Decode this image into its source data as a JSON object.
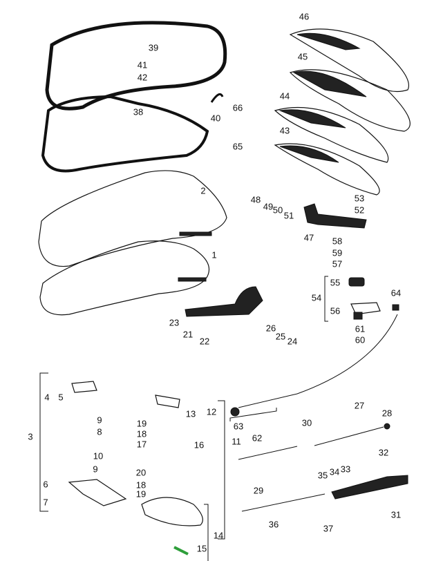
{
  "diagram": {
    "title": "Engine lid / trunk lid exploded parts view",
    "labels": {
      "n46": "46",
      "n39": "39",
      "n41": "41",
      "n42": "42",
      "n45": "45",
      "n44": "44",
      "n66": "66",
      "n38": "38",
      "n40": "40",
      "n43": "43",
      "n65": "65",
      "n2": "2",
      "n48": "48",
      "n49": "49",
      "n50": "50",
      "n51": "51",
      "n53": "53",
      "n52": "52",
      "n47": "47",
      "n58": "58",
      "n59": "59",
      "n57": "57",
      "n1": "1",
      "n55": "55",
      "n54": "54",
      "n56": "56",
      "n64": "64",
      "n23": "23",
      "n26": "26",
      "n25": "25",
      "n24": "24",
      "n21": "21",
      "n22": "22",
      "n61": "61",
      "n60": "60",
      "n4": "4",
      "n5": "5",
      "n9a": "9",
      "n8": "8",
      "n3": "3",
      "n10": "10",
      "n9b": "9",
      "n6": "6",
      "n7": "7",
      "n19a": "19",
      "n13": "13",
      "n12": "12",
      "n18a": "18",
      "n17": "17",
      "n16": "16",
      "n11": "11",
      "n20": "20",
      "n18b": "18",
      "n19b": "19",
      "n14": "14",
      "n15": "15",
      "n63": "63",
      "n62": "62",
      "n27": "27",
      "n28": "28",
      "n30": "30",
      "n32": "32",
      "n35": "35",
      "n34": "34",
      "n33": "33",
      "n29": "29",
      "n36": "36",
      "n37": "37",
      "n31": "31"
    },
    "colors": {
      "ink": "#111111",
      "highlight": "#2e9e3a"
    }
  }
}
